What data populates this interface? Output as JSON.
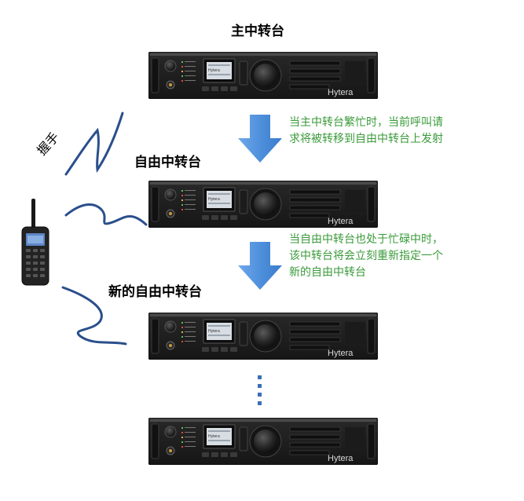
{
  "titles": {
    "main_repeater": "主中转台",
    "free_repeater": "自由中转台",
    "new_free_repeater": "新的自由中转台"
  },
  "handshake_label": "握手",
  "notes": {
    "note1": [
      "当主中转台繁忙时，当前呼叫请",
      "求将被转移到自由中转台上发射"
    ],
    "note2": [
      "当自由中转台也处于忙碌中时，",
      "该中转台将会立刻重新指定一个",
      "新的自由中转台"
    ]
  },
  "device": {
    "brand": "Hytera",
    "screen_text": "Hytera"
  },
  "colors": {
    "note_text": "#3a9a3a",
    "arrow": "#4f90dc",
    "wave": "#2b4f8c",
    "dots": "#3c6fb5",
    "device_body": "#232323"
  }
}
